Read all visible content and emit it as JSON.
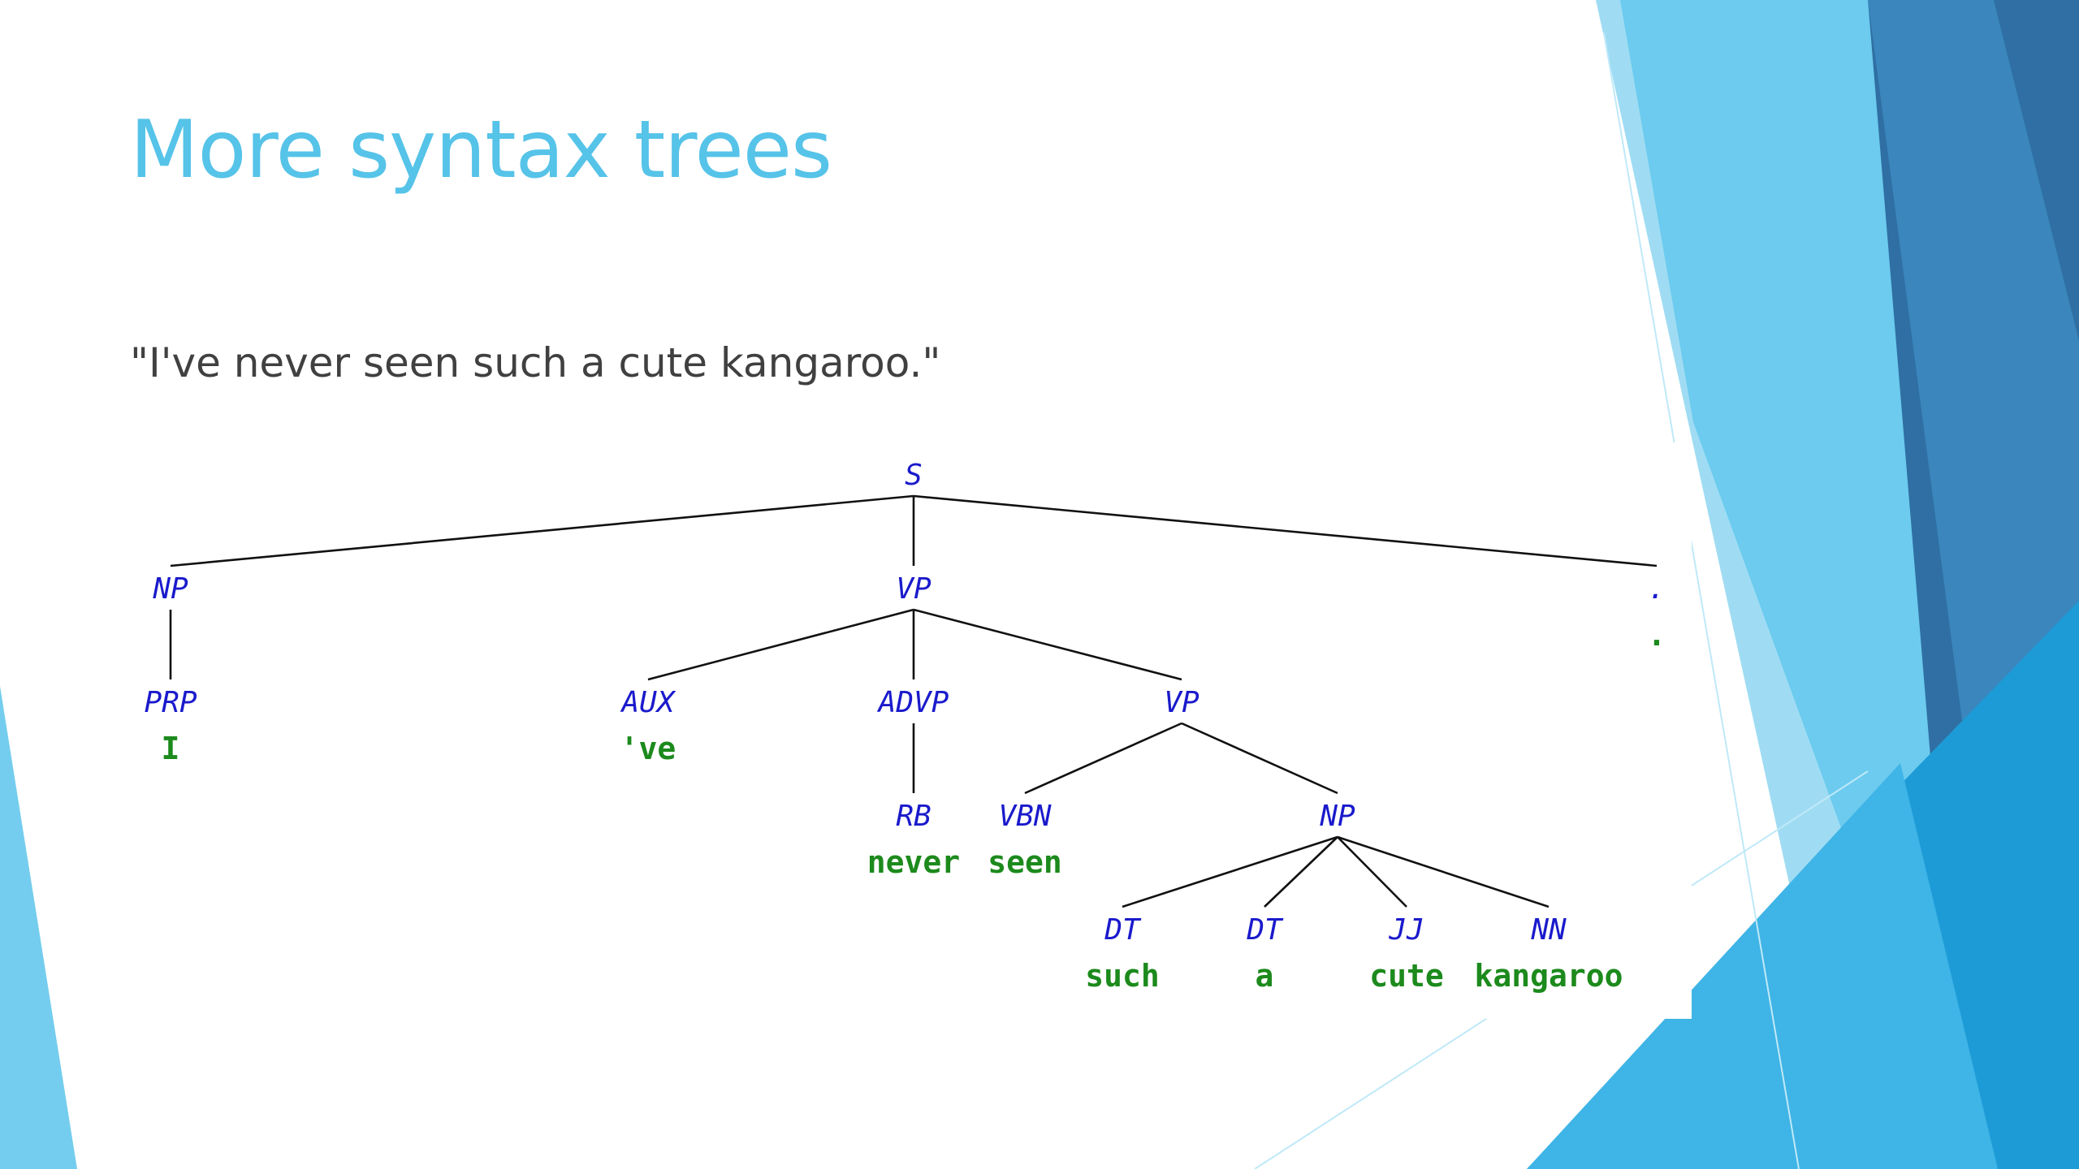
{
  "slide": {
    "title": "More syntax trees",
    "sentence": "\"I've never seen such a cute kangaroo.\""
  },
  "theme": {
    "title_color": "#56c3e8",
    "text_color": "#404040",
    "tag_color": "#1a1acc",
    "word_color": "#1c8a1c",
    "accent_colors": [
      "#1a9ad6",
      "#2f6fa3",
      "#5ec4ea",
      "#9fdcf3"
    ]
  },
  "tree": {
    "nodes": [
      {
        "id": "s",
        "label": "S",
        "kind": "tag"
      },
      {
        "id": "np1",
        "label": "NP",
        "kind": "tag"
      },
      {
        "id": "vp1",
        "label": "VP",
        "kind": "tag"
      },
      {
        "id": "punct",
        "label": ".",
        "kind": "tag"
      },
      {
        "id": "punct-w",
        "label": ".",
        "kind": "word"
      },
      {
        "id": "prp",
        "label": "PRP",
        "kind": "tag"
      },
      {
        "id": "w-i",
        "label": "I",
        "kind": "word"
      },
      {
        "id": "aux",
        "label": "AUX",
        "kind": "tag"
      },
      {
        "id": "w-ve",
        "label": "'ve",
        "kind": "word"
      },
      {
        "id": "advp",
        "label": "ADVP",
        "kind": "tag"
      },
      {
        "id": "vp2",
        "label": "VP",
        "kind": "tag"
      },
      {
        "id": "rb",
        "label": "RB",
        "kind": "tag"
      },
      {
        "id": "w-never",
        "label": "never",
        "kind": "word"
      },
      {
        "id": "vbn",
        "label": "VBN",
        "kind": "tag"
      },
      {
        "id": "w-seen",
        "label": "seen",
        "kind": "word"
      },
      {
        "id": "np2",
        "label": "NP",
        "kind": "tag"
      },
      {
        "id": "dt1",
        "label": "DT",
        "kind": "tag"
      },
      {
        "id": "w-such",
        "label": "such",
        "kind": "word"
      },
      {
        "id": "dt2",
        "label": "DT",
        "kind": "tag"
      },
      {
        "id": "w-a",
        "label": "a",
        "kind": "word"
      },
      {
        "id": "jj",
        "label": "JJ",
        "kind": "tag"
      },
      {
        "id": "w-cute",
        "label": "cute",
        "kind": "word"
      },
      {
        "id": "nn",
        "label": "NN",
        "kind": "tag"
      },
      {
        "id": "w-kangaroo",
        "label": "kangaroo",
        "kind": "word"
      }
    ],
    "edges": [
      [
        "s",
        "np1"
      ],
      [
        "s",
        "vp1"
      ],
      [
        "s",
        "punct"
      ],
      [
        "np1",
        "prp"
      ],
      [
        "vp1",
        "aux"
      ],
      [
        "vp1",
        "advp"
      ],
      [
        "vp1",
        "vp2"
      ],
      [
        "advp",
        "rb"
      ],
      [
        "vp2",
        "vbn"
      ],
      [
        "vp2",
        "np2"
      ],
      [
        "np2",
        "dt1"
      ],
      [
        "np2",
        "dt2"
      ],
      [
        "np2",
        "jj"
      ],
      [
        "np2",
        "nn"
      ]
    ]
  }
}
